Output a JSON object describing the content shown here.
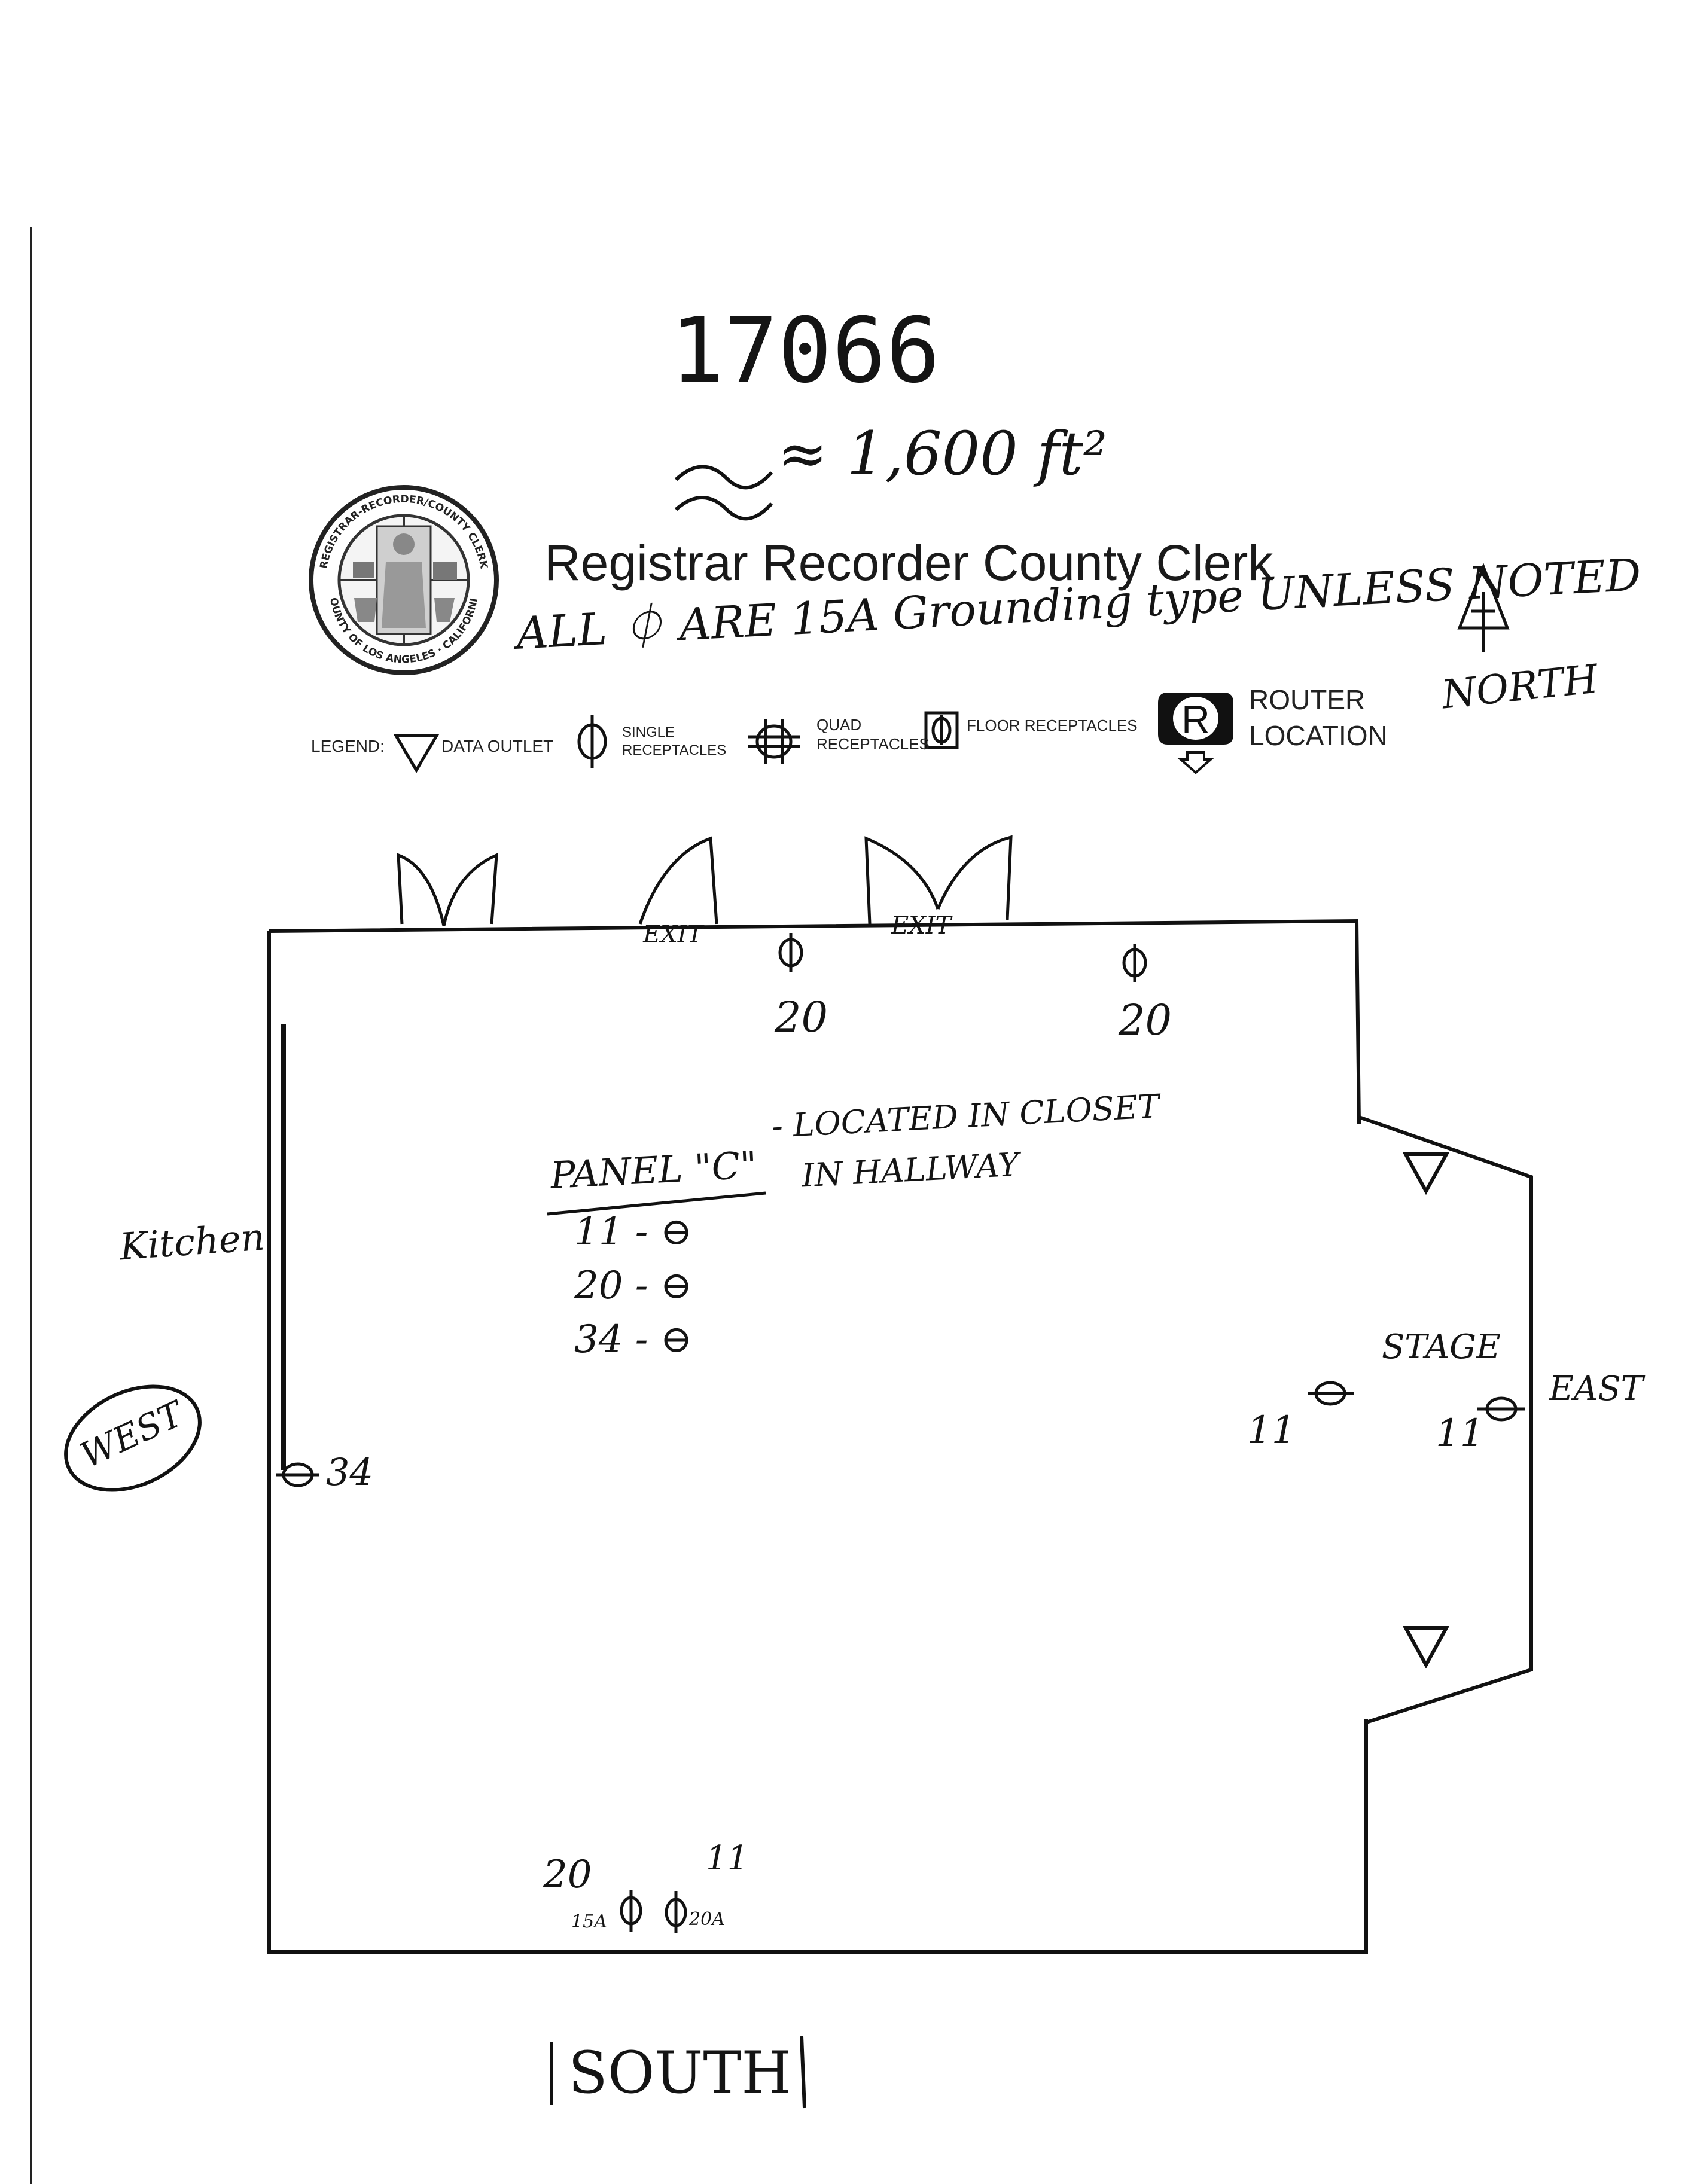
{
  "header": {
    "job_number": "17066",
    "area": "≈ 1,600 ft²",
    "org_title": "Registrar Recorder County Clerk",
    "note": "ALL ⏀ ARE 15A Grounding type UNLESS NOTED",
    "north_label": "NORTH"
  },
  "seal": {
    "top_text": "REGISTRAR-RECORDER/COUNTY CLERK",
    "bottom_text": "COUNTY OF LOS ANGELES · CALIFORNIA"
  },
  "legend": {
    "label": "LEGEND:",
    "data_outlet": "DATA OUTLET",
    "single_line1": "SINGLE",
    "single_line2": "RECEPTACLES",
    "quad_line1": "QUAD",
    "quad_line2": "RECEPTACLES",
    "floor": "FLOOR RECEPTACLES",
    "router_line1": "ROUTER",
    "router_line2": "LOCATION",
    "router_letter": "R"
  },
  "floorplan": {
    "exit_1": "EXIT",
    "exit_2": "EXIT",
    "north_rec_1_circuit": "20",
    "north_rec_2_circuit": "20",
    "panel_title": "PANEL \"C\"",
    "panel_location_1": "- LOCATED IN CLOSET",
    "panel_location_2": "IN HALLWAY",
    "panel_rows": [
      "11 - ⊖",
      "20 - ⊖",
      "34 - ⊖"
    ],
    "kitchen": "Kitchen",
    "west": "WEST",
    "west_rec_circuit": "34",
    "stage": "STAGE",
    "east": "EAST",
    "stage_rec_west_circuit": "11",
    "stage_rec_east_circuit": "11",
    "south_rec_circuit_top": "11",
    "south_rec_circuit_left": "20",
    "south_rec_15a": "15A",
    "south_rec_20a": "20A",
    "south": "SOUTH"
  }
}
